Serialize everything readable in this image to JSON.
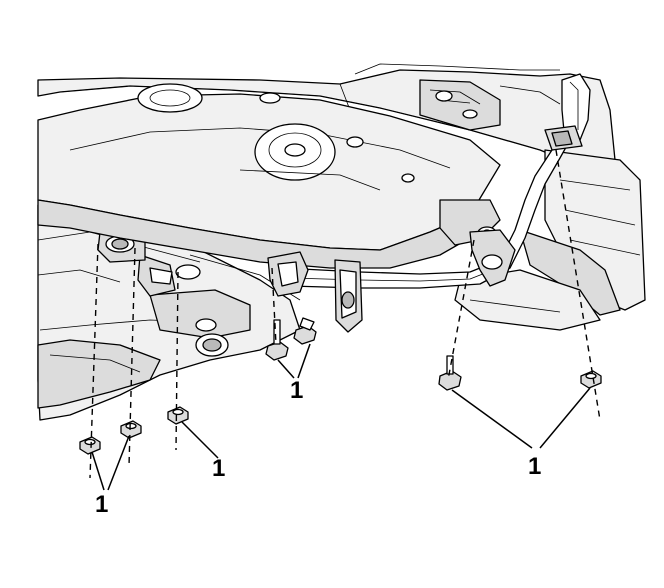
{
  "callouts": [
    {
      "id": "c1",
      "label": "1"
    },
    {
      "id": "c2",
      "label": "1"
    },
    {
      "id": "c3",
      "label": "1"
    },
    {
      "id": "c4",
      "label": "1"
    }
  ]
}
